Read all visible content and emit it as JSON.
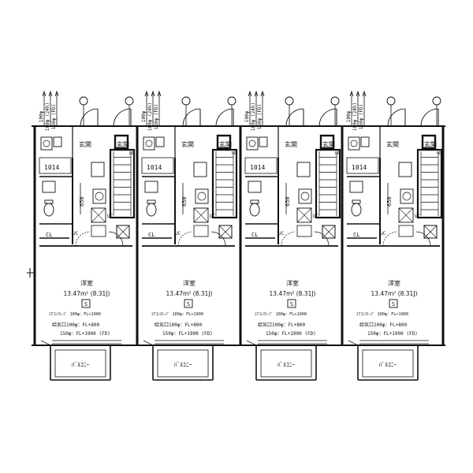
{
  "units": [
    {
      "top_labels": [
        "100φ",
        "100φ (24h)",
        "150φ (FD)"
      ],
      "entrance_left": "玄関",
      "entrance_right": "玄関",
      "up_label": "UP",
      "bath_label": "1014",
      "dim_label": "650",
      "uc_labels": [
        "UC",
        "UC"
      ],
      "cl_label": "CL",
      "room_name": "洋室",
      "room_area": "13.47m² (8.31J)",
      "s_mark": "S",
      "aircon_note": "ｴｱｺﾝｽﾘｰﾌﾞ 100φ：FL+1900",
      "vent_note_1": "給気口100φ：FL+800",
      "vent_note_2": "150φ：FL+1900 (FD)",
      "balcony": "ﾊﾞﾙｺﾆｰ"
    },
    {
      "top_labels": [
        "100φ",
        "100φ (24h)",
        "150φ (FD)"
      ],
      "entrance_left": "玄関",
      "entrance_right": "玄関",
      "up_label": "UP",
      "bath_label": "1014",
      "dim_label": "650",
      "uc_labels": [
        "UC",
        "UC"
      ],
      "cl_label": "CL",
      "room_name": "洋室",
      "room_area": "13.47m² (8.31J)",
      "s_mark": "S",
      "aircon_note": "ｴｱｺﾝｽﾘｰﾌﾞ 100φ：FL+1900",
      "vent_note_1": "給気口100φ：FL+800",
      "vent_note_2": "150φ：FL+1900 (FD)",
      "balcony": "ﾊﾞﾙｺﾆｰ"
    },
    {
      "top_labels": [
        "100φ",
        "100φ (24h)",
        "150φ (FD)"
      ],
      "entrance_left": "玄関",
      "entrance_right": "玄関",
      "up_label": "UP",
      "bath_label": "1014",
      "dim_label": "650",
      "uc_labels": [
        "UC",
        "UC"
      ],
      "cl_label": "CL",
      "room_name": "洋室",
      "room_area": "13.47m² (8.31J)",
      "s_mark": "S",
      "aircon_note": "ｴｱｺﾝｽﾘｰﾌﾞ 100φ：FL+1900",
      "vent_note_1": "給気口100φ：FL+800",
      "vent_note_2": "150φ：FL+1900 (FD)",
      "balcony": "ﾊﾞﾙｺﾆｰ"
    },
    {
      "top_labels": [
        "100φ",
        "100φ (24h)",
        "150φ (FD)"
      ],
      "entrance_left": "玄関",
      "entrance_right": "玄関",
      "up_label": "UP",
      "bath_label": "1014",
      "dim_label": "650",
      "uc_labels": [
        "UC",
        "UC"
      ],
      "cl_label": "CL",
      "room_name": "洋室",
      "room_area": "13.47m² (8.31J)",
      "s_mark": "S",
      "aircon_note": "ｴｱｺﾝｽﾘｰﾌﾞ 100φ：FL+1900",
      "vent_note_1": "給気口100φ：FL+800",
      "vent_note_2": "150φ：FL+1900 (FD)",
      "balcony": "ﾊﾞﾙｺﾆｰ"
    }
  ]
}
